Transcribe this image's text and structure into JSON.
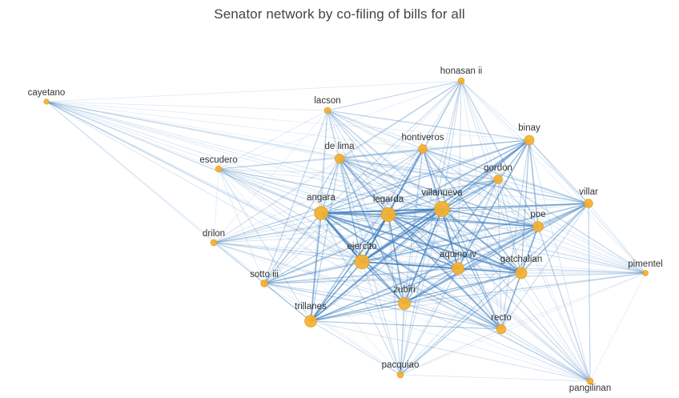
{
  "title": "Senator network by co-filing of bills for all",
  "colors": {
    "edge": "#3d7ebf",
    "node": "#f5b12e",
    "node_stroke": "#e89d1c",
    "label": "#333333",
    "title": "#444444"
  },
  "chart_data": {
    "type": "network",
    "title": "Senator network by co-filing of bills for all",
    "nodes": [
      {
        "id": "cayetano",
        "label": "cayetano",
        "weight": 0.1
      },
      {
        "id": "honasan ii",
        "label": "honasan ii",
        "weight": 0.2
      },
      {
        "id": "lacson",
        "label": "lacson",
        "weight": 0.2
      },
      {
        "id": "binay",
        "label": "binay",
        "weight": 0.5
      },
      {
        "id": "hontiveros",
        "label": "hontiveros",
        "weight": 0.4
      },
      {
        "id": "de lima",
        "label": "de lima",
        "weight": 0.45
      },
      {
        "id": "escudero",
        "label": "escudero",
        "weight": 0.2
      },
      {
        "id": "gordon",
        "label": "gordon",
        "weight": 0.4
      },
      {
        "id": "villar",
        "label": "villar",
        "weight": 0.4
      },
      {
        "id": "angara",
        "label": "angara",
        "weight": 0.85
      },
      {
        "id": "legarda",
        "label": "legarda",
        "weight": 0.9
      },
      {
        "id": "villanueva",
        "label": "villanueva",
        "weight": 1.0
      },
      {
        "id": "poe",
        "label": "poe",
        "weight": 0.55
      },
      {
        "id": "drilon",
        "label": "drilon",
        "weight": 0.2
      },
      {
        "id": "ejercito",
        "label": "ejercito",
        "weight": 0.9
      },
      {
        "id": "aquino iv",
        "label": "aquino iv",
        "weight": 0.7
      },
      {
        "id": "gatchalian",
        "label": "gatchalian",
        "weight": 0.65
      },
      {
        "id": "pimentel",
        "label": "pimentel",
        "weight": 0.15
      },
      {
        "id": "sotto iii",
        "label": "sotto iii",
        "weight": 0.25
      },
      {
        "id": "zubiri",
        "label": "zubiri",
        "weight": 0.7
      },
      {
        "id": "trillanes",
        "label": "trillanes",
        "weight": 0.7
      },
      {
        "id": "recto",
        "label": "recto",
        "weight": 0.45
      },
      {
        "id": "pacquiao",
        "label": "pacquiao",
        "weight": 0.2
      },
      {
        "id": "pangilinan",
        "label": "pangilinan",
        "weight": 0.2
      }
    ]
  }
}
